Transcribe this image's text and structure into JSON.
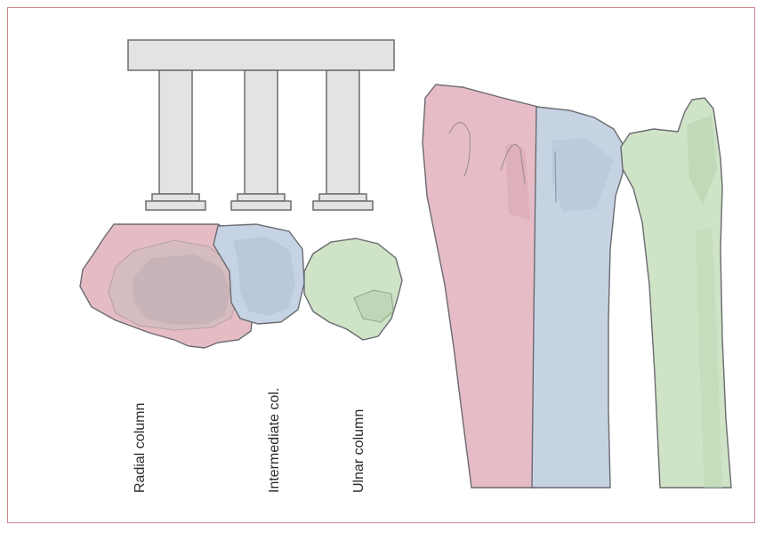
{
  "labels": {
    "radial": "Radial column",
    "intermediate": "Intermediate col.",
    "ulnar": "Ulnar column"
  },
  "colors": {
    "frame_border": "#c98a8e",
    "pillar_fill": "#e3e3e3",
    "pillar_stroke": "#6c6c6c",
    "radial_fill": "#e3bcc3",
    "intermediate_fill": "#c7d4e3",
    "ulnar_fill": "#cfe2c5",
    "outline": "#6a6a70",
    "text": "#2b2b2b"
  }
}
